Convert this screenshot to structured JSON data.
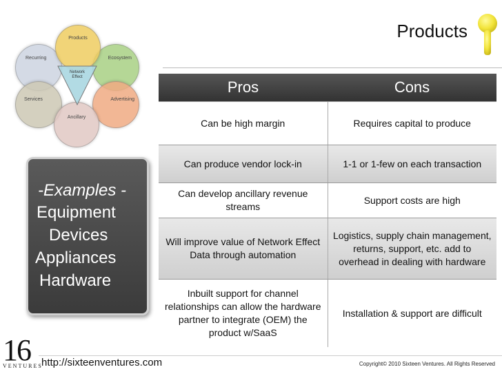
{
  "slide": {
    "title": "Products"
  },
  "diagram": {
    "petals": {
      "products": "Products",
      "recurring": "Recurring",
      "ecosystem": "Ecosystem",
      "services": "Services",
      "advertising": "Advertising",
      "ancillary": "Ancillary"
    },
    "center_line1": "Network",
    "center_line2": "Effect"
  },
  "table": {
    "headers": {
      "pros": "Pros",
      "cons": "Cons"
    },
    "rows": [
      {
        "pro": "Can be high margin",
        "con": "Requires capital to produce"
      },
      {
        "pro": "Can produce vendor lock-in",
        "con": "1-1 or 1-few on each transaction"
      },
      {
        "pro": "Can develop ancillary revenue streams",
        "con": "Support costs are high"
      },
      {
        "pro": "Will improve value of Network Effect Data through automation",
        "con": "Logistics, supply chain management, returns, support, etc. add to overhead in dealing with hardware"
      },
      {
        "pro": "Inbuilt support for channel relationships can allow the hardware partner to integrate (OEM) the product w/SaaS",
        "con": "Installation & support are difficult"
      }
    ]
  },
  "examples": {
    "title": "-Examples -",
    "items": [
      "Equipment",
      "Devices",
      "Appliances",
      "Hardware"
    ]
  },
  "footer": {
    "logo_number": "16",
    "logo_word": "VENTURES",
    "url": "http://sixteenventures.com",
    "copyright": "Copyright© 2010 Sixteen Ventures. All Rights Reserved"
  },
  "colors": {
    "header_bg": "#3d3d3d",
    "pin": "#f2e43a",
    "examples_bg": "#4a4a4a"
  },
  "icons": {
    "pin": "push-pin-icon"
  }
}
